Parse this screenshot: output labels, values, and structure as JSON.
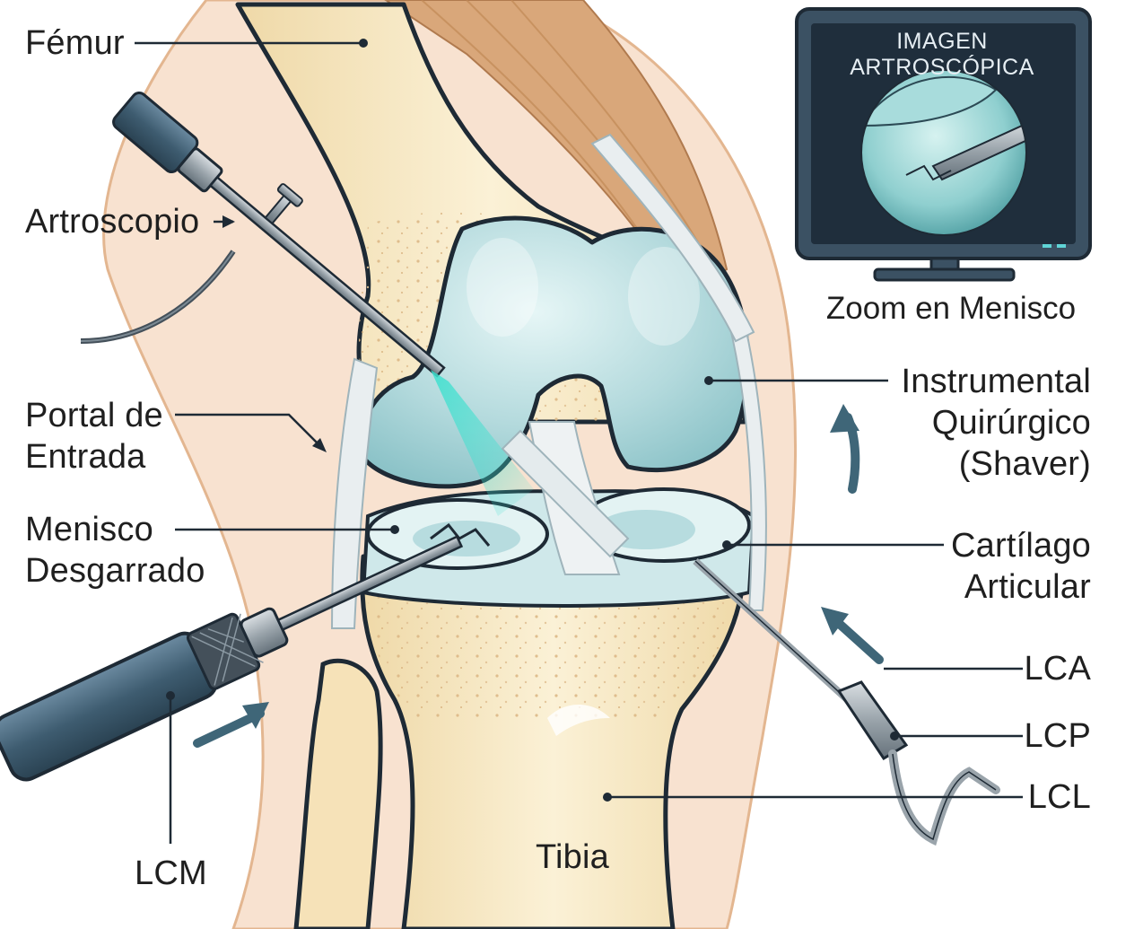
{
  "labels": {
    "femur": "Fémur",
    "artroscopio": "Artroscopio",
    "portal": "Portal de\nEntrada",
    "menisco_desgarrado": "Menisco\nDesgarrado",
    "lcm": "LCM",
    "tibia": "Tibia",
    "instrumental": "Instrumental\nQuirúrgico\n(Shaver)",
    "cartilago": "Cartílago\nArticular",
    "lca": "LCA",
    "lcp": "LCP",
    "lcl": "LCL"
  },
  "monitor": {
    "title": "IMAGEN ARTROSCÓPICA",
    "caption": "Zoom en Menisco"
  },
  "colors": {
    "bone": "#f6e6bf",
    "bone_outline": "#1e2a35",
    "cartilage": "#b9dfe2",
    "ligament": "#e9eef0",
    "skin": "#f7dcc8",
    "muscle": "#d9a77a",
    "instrument": "#44657a",
    "monitor_frame": "#3b5163",
    "beam": "#3fe0cf",
    "arrow": "#3f6678"
  }
}
